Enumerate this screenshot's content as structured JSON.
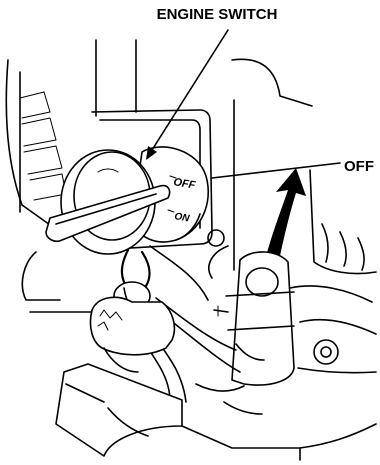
{
  "callouts": {
    "engine_switch": "ENGINE SWITCH",
    "off": "OFF"
  },
  "switch_panel": {
    "off_label": "OFF",
    "on_label": "ON"
  },
  "colors": {
    "ink": "#000000",
    "background": "#ffffff"
  }
}
